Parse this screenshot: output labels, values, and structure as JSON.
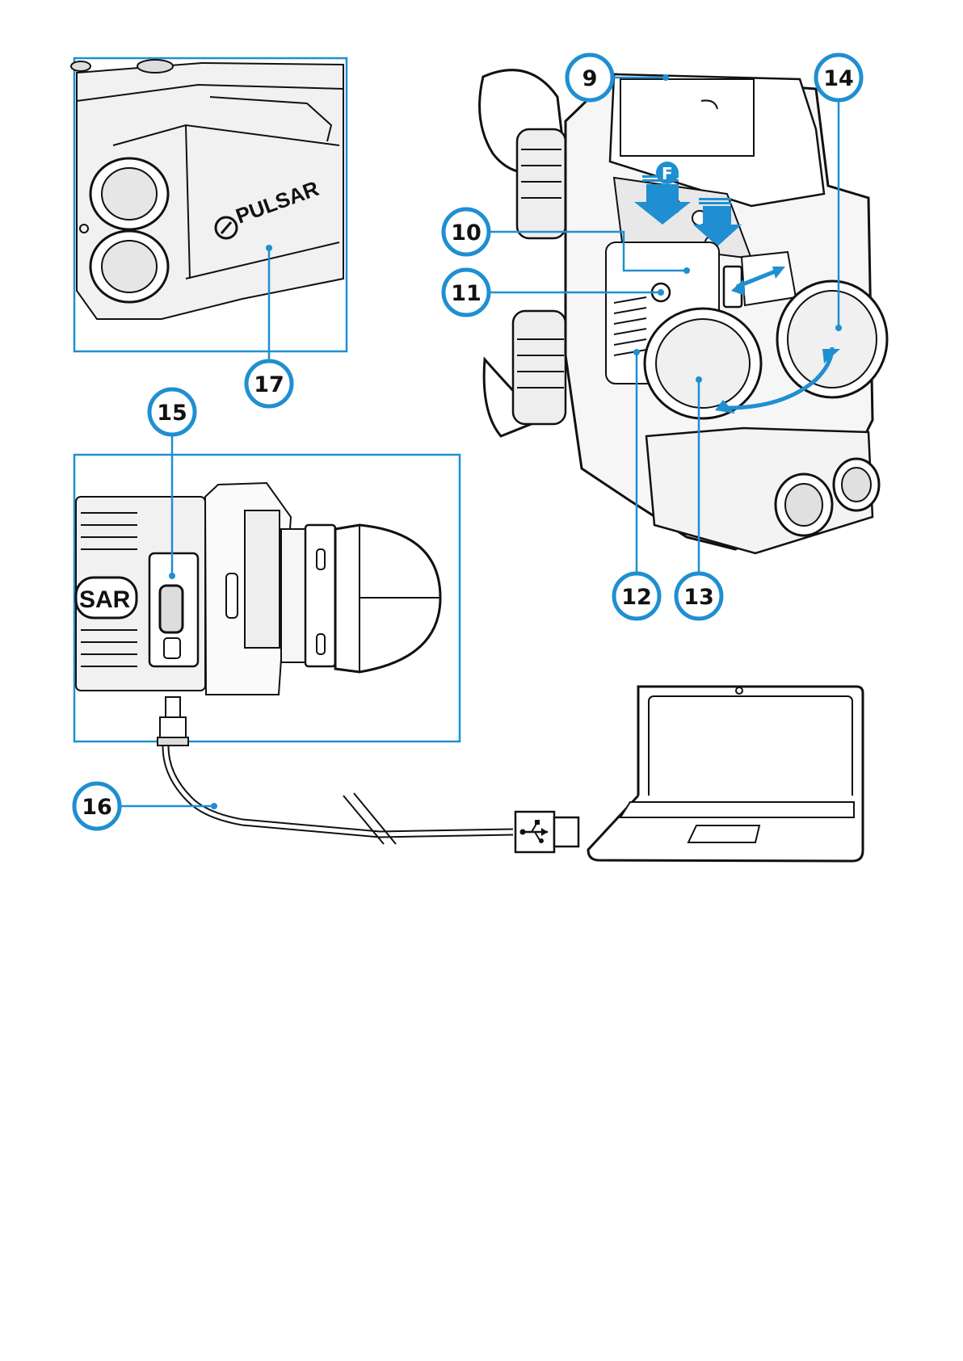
{
  "brand": {
    "logo_text": "PULSAR",
    "port_label_text": "SAR"
  },
  "jump_marker": {
    "letter": "F"
  },
  "callouts": {
    "c9": "9",
    "c10": "10",
    "c11": "11",
    "c12": "12",
    "c13": "13",
    "c14": "14",
    "c15": "15",
    "c16": "16",
    "c17": "17"
  },
  "colors": {
    "accent": "#1f8fd1",
    "line": "#111111",
    "frame": "#1f8fd1",
    "background": "#ffffff"
  },
  "icons": {
    "usb": "usb-icon",
    "laptop": "laptop-icon"
  }
}
